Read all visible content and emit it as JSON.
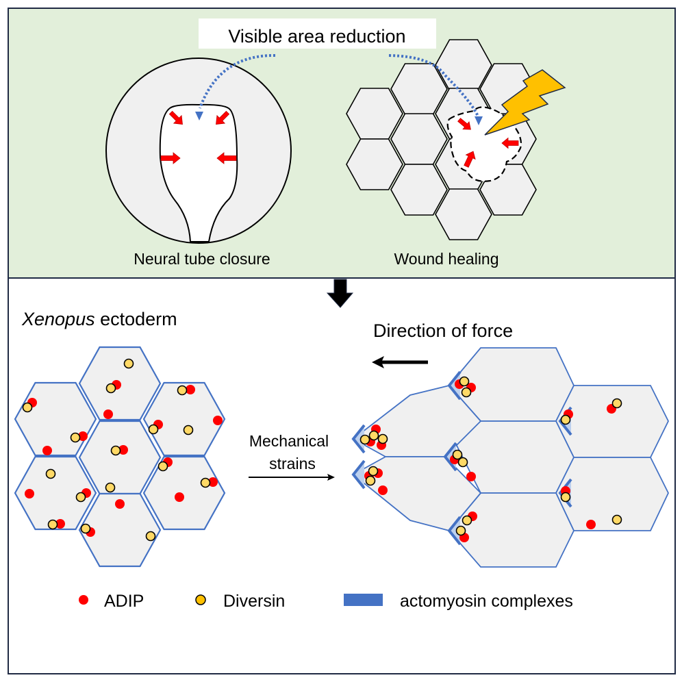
{
  "colors": {
    "top_panel_bg": "#e2efda",
    "panel_border": "#1f2a44",
    "cell_fill": "#f0f0f0",
    "cell_outline_top": "#000000",
    "cell_outline_bottom": "#4472c4",
    "adip": "#ff0000",
    "diversin": "#ffd966",
    "actomyosin": "#4472c4",
    "arrow_red": "#ff0000",
    "lightning": "#ffc000",
    "dotted_arrow": "#4472c4",
    "transition_arrow": "#000000"
  },
  "top_panel": {
    "callout": "Visible area reduction",
    "neural_tube_label": "Neural tube closure",
    "wound_healing_label": "Wound healing"
  },
  "bottom_panel": {
    "tissue_label_italic": "Xenopus",
    "tissue_label_rest": " ectoderm",
    "force_label": "Direction of force",
    "strain_label_line1": "Mechanical",
    "strain_label_line2": "strains"
  },
  "legend": {
    "items": [
      {
        "label": "ADIP",
        "symbol": "red-dot"
      },
      {
        "label": "Diversin",
        "symbol": "yellow-circle"
      },
      {
        "label": "actomyosin complexes",
        "symbol": "blue-bar"
      }
    ]
  }
}
